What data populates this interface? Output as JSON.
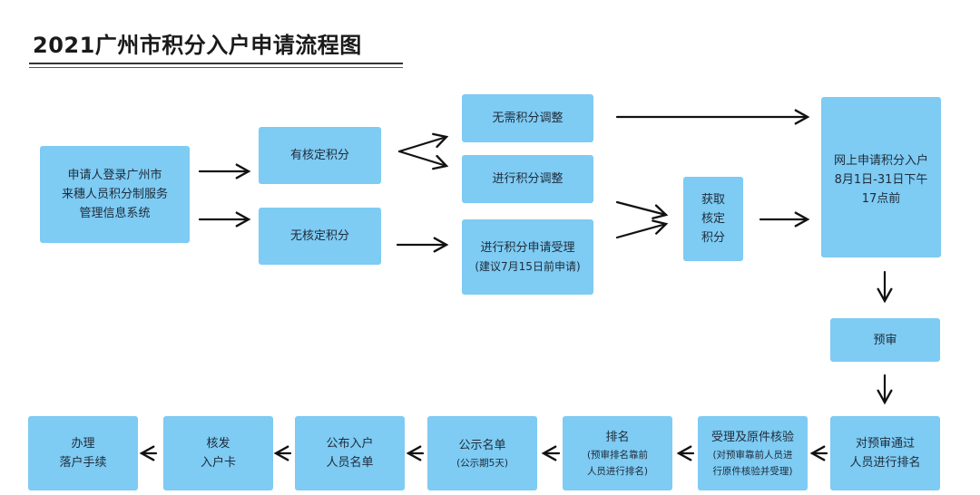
{
  "title": "2021广州市积分入户申请流程图",
  "colors": {
    "box": "#7ecbf3",
    "arrow": "#111111",
    "text": "#1e2b39"
  },
  "nodes": {
    "login": [
      "申请人登录广州市",
      "来穗人员积分制服务",
      "管理信息系统"
    ],
    "has_score": "有核定积分",
    "no_score": "无核定积分",
    "no_adjust": "无需积分调整",
    "adjust": "进行积分调整",
    "apply_accept": "进行积分申请受理",
    "apply_note": "(建议7月15日前申请)",
    "get_score": [
      "获取",
      "核定",
      "积分"
    ],
    "online_apply": [
      "网上申请积分入户",
      "8月1日-31日下午",
      "17点前"
    ],
    "pre_review": "预审",
    "rank_passed": [
      "对预审通过",
      "人员进行排名"
    ],
    "verify": "受理及原件核验",
    "verify_note": [
      "(对预审靠前人员进",
      "行原件核验并受理)"
    ],
    "rank": "排名",
    "rank_note": [
      "(预审排名靠前",
      "人员进行排名)"
    ],
    "publicize": "公示名单",
    "publicize_note": "(公示期5天)",
    "publish": [
      "公布入户",
      "人员名单"
    ],
    "issue_card": [
      "核发",
      "入户卡"
    ],
    "settle": [
      "办理",
      "落户手续"
    ]
  }
}
